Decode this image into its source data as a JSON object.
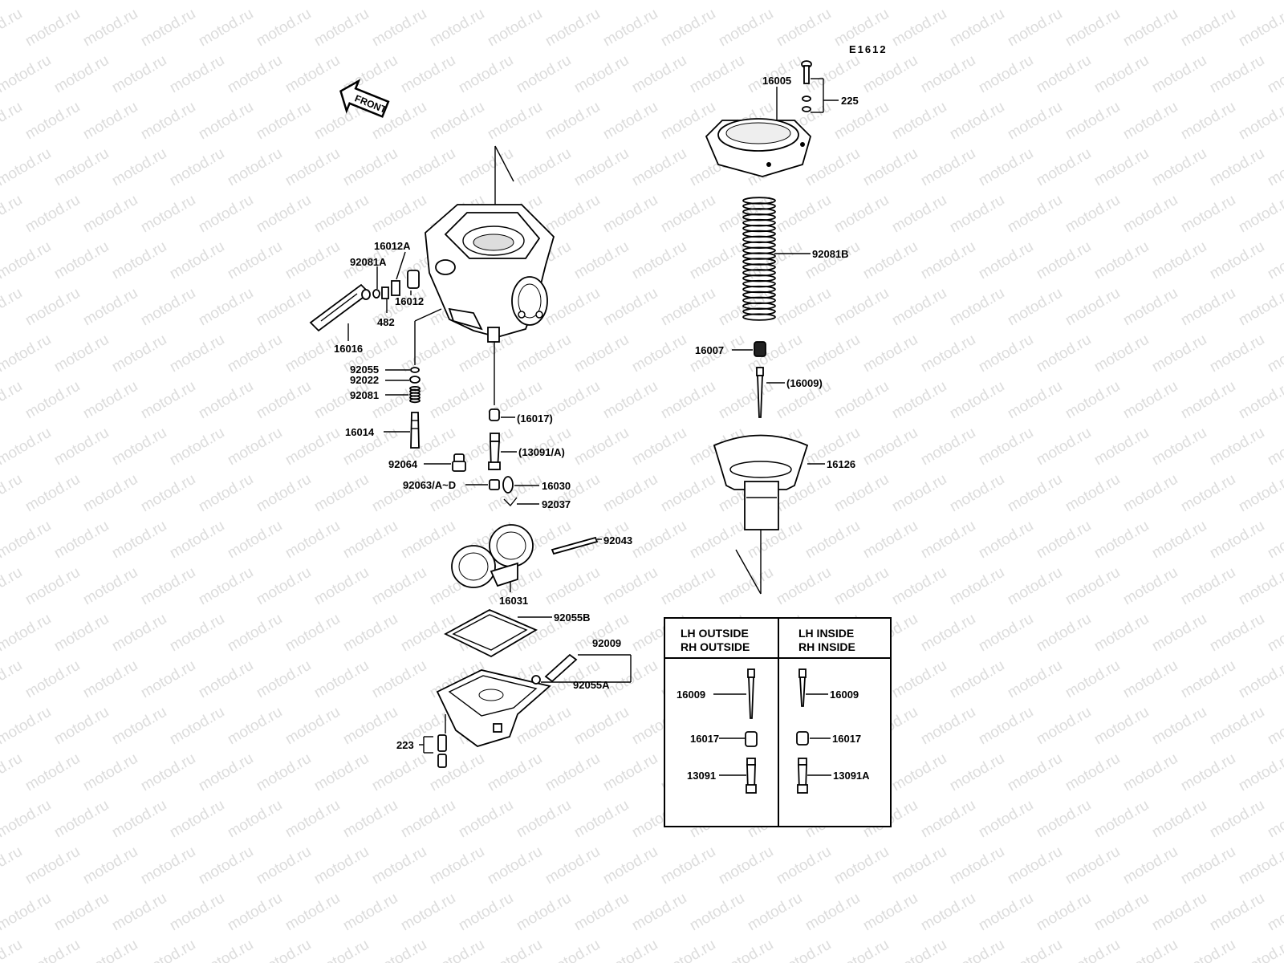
{
  "watermark": "motod.ru",
  "diagram_code": "E1612",
  "front_arrow": "FRONT",
  "labels": {
    "p16005": "16005",
    "p225": "225",
    "p92081B": "92081B",
    "p16007": "16007",
    "p16009p": "(16009)",
    "p16126": "16126",
    "p16012A": "16012A",
    "p92081A": "92081A",
    "p16012": "16012",
    "p482": "482",
    "p16016": "16016",
    "p92055": "92055",
    "p92022": "92022",
    "p92081": "92081",
    "p16014": "16014",
    "p16017p": "(16017)",
    "p13091Ap": "(13091/A)",
    "p92064": "92064",
    "p92063": "92063/A~D",
    "p16030": "16030",
    "p92037": "92037",
    "p92043": "92043",
    "p16031": "16031",
    "p92055B": "92055B",
    "p92009": "92009",
    "p92055A": "92055A",
    "p223": "223"
  },
  "table": {
    "left_header_1": "LH OUTSIDE",
    "left_header_2": "RH OUTSIDE",
    "right_header_1": "LH INSIDE",
    "right_header_2": "RH INSIDE",
    "left_rows": [
      "16009",
      "16017",
      "13091"
    ],
    "right_rows": [
      "16009",
      "16017",
      "13091A"
    ]
  }
}
